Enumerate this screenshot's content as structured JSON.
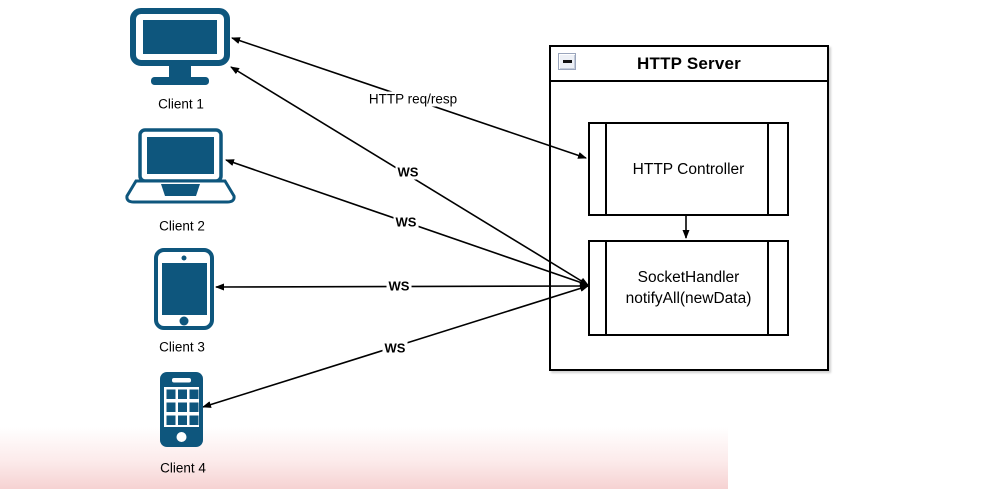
{
  "diagram": {
    "clients": [
      {
        "label": "Client 1",
        "device": "desktop-monitor"
      },
      {
        "label": "Client 2",
        "device": "laptop"
      },
      {
        "label": "Client 3",
        "device": "tablet"
      },
      {
        "label": "Client 4",
        "device": "smartphone"
      }
    ],
    "server": {
      "title": "HTTP Server",
      "window_control": "minimize",
      "components": [
        {
          "label": "HTTP Controller"
        },
        {
          "label": "SocketHandler",
          "sublabel": "notifyAll(newData)"
        }
      ]
    },
    "connections": [
      {
        "label": "HTTP req/resp",
        "from": "Client 1",
        "to": "HTTP Controller",
        "arrows": "both-ends"
      },
      {
        "label": "WS",
        "from": "Client 1",
        "to": "SocketHandler",
        "arrows": "both-ends"
      },
      {
        "label": "WS",
        "from": "Client 2",
        "to": "SocketHandler",
        "arrows": "both-ends"
      },
      {
        "label": "WS",
        "from": "Client 3",
        "to": "SocketHandler",
        "arrows": "both-ends"
      },
      {
        "label": "WS",
        "from": "Client 4",
        "to": "SocketHandler",
        "arrows": "both-ends"
      }
    ],
    "colors": {
      "device_icon": "#0e567d",
      "connector": "#000000",
      "bottom_tint": "#f6d2d2"
    }
  }
}
